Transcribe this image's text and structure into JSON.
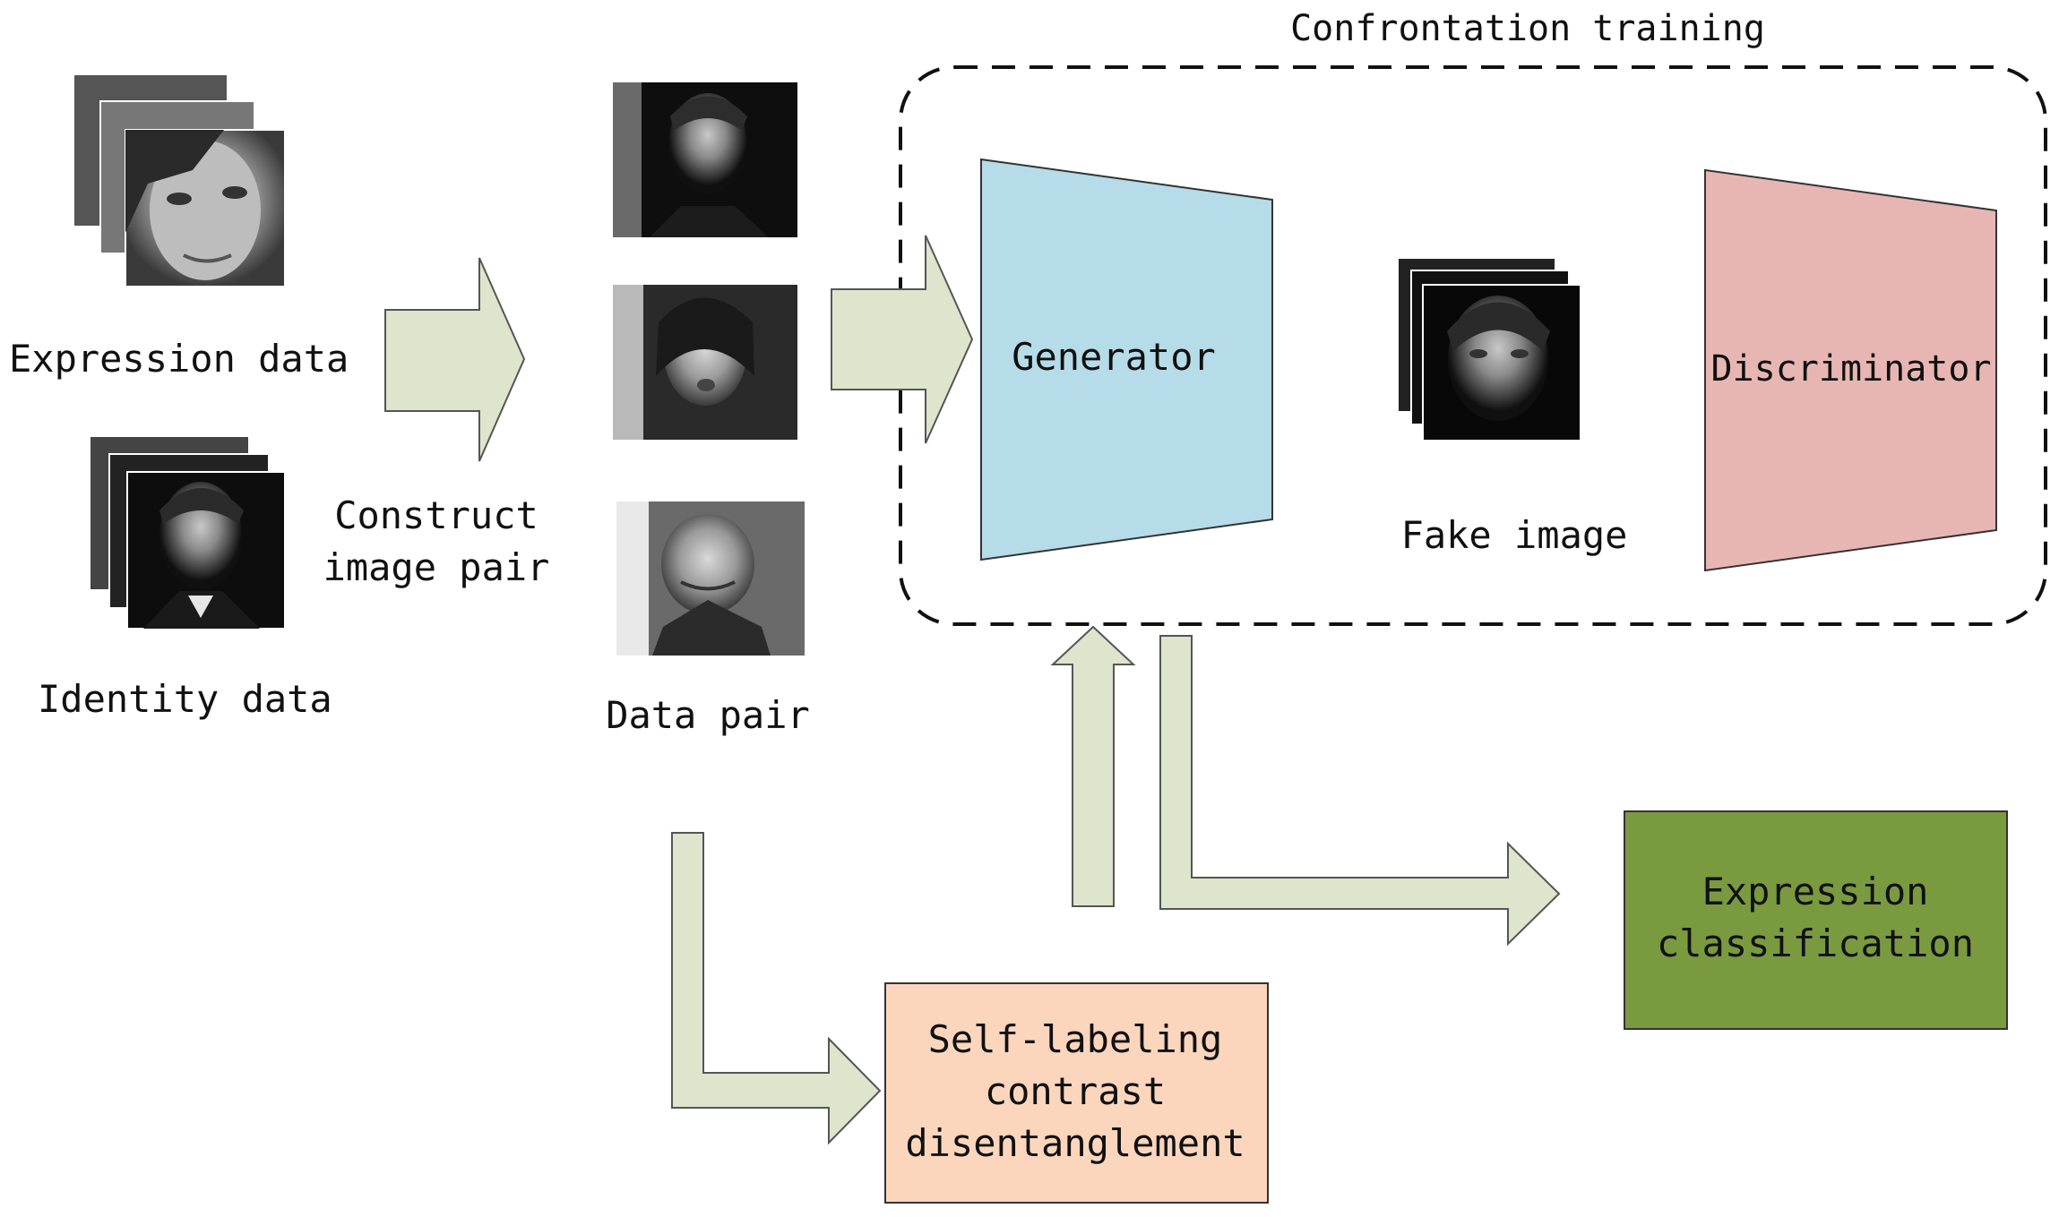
{
  "labels": {
    "confrontation_training": "Confrontation training",
    "expression_data": "Expression data",
    "identity_data": "Identity data",
    "construct_line1": "Construct",
    "construct_line2": "image pair",
    "data_pair": "Data pair",
    "generator": "Generator",
    "fake_image": "Fake image",
    "discriminator": "Discriminator",
    "expression_classification_line1": "Expression",
    "expression_classification_line2": "classification",
    "self_labeling_line1": "Self-labeling",
    "self_labeling_line2": "contrast",
    "self_labeling_line3": "disentanglement"
  },
  "colors": {
    "arrow_fill": "#dde5cd",
    "generator_fill": "#b5dce8",
    "discriminator_fill": "#e7b6b3",
    "classification_fill": "#7a9a3f",
    "self_labeling_fill": "#fbd6bd"
  },
  "icons": {
    "expression_faces": "grayscale-face-stack",
    "identity_faces": "grayscale-face-stack",
    "data_pair_faces": "grayscale-face-column",
    "fake_faces": "grayscale-face-stack"
  }
}
